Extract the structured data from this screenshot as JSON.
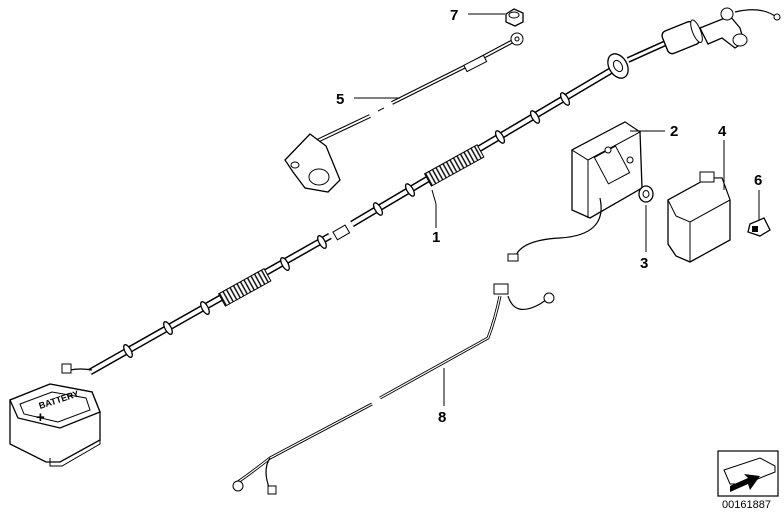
{
  "diagram": {
    "callouts": [
      {
        "id": "1",
        "label": "1"
      },
      {
        "id": "2",
        "label": "2"
      },
      {
        "id": "3",
        "label": "3"
      },
      {
        "id": "4",
        "label": "4"
      },
      {
        "id": "5",
        "label": "5"
      },
      {
        "id": "6",
        "label": "6"
      },
      {
        "id": "7",
        "label": "7"
      },
      {
        "id": "8",
        "label": "8"
      }
    ],
    "battery_marking": "+",
    "battery_text": "BATTERY",
    "part_number": "00161887"
  }
}
